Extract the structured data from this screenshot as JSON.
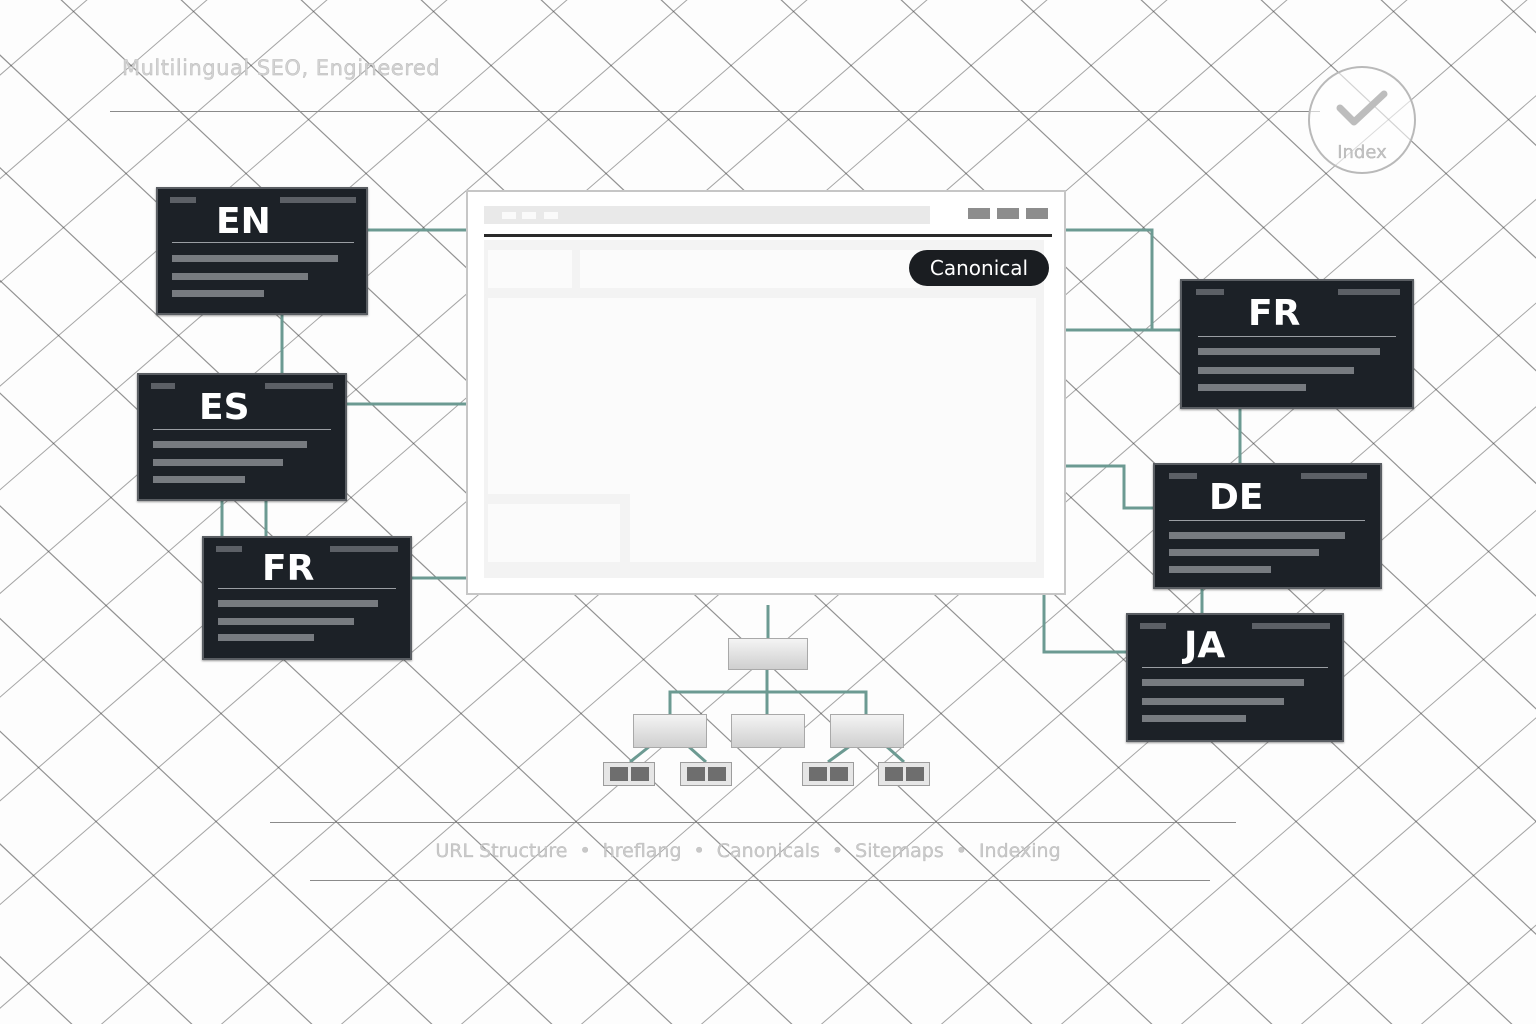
{
  "header": {
    "title": "Multilingual SEO, Engineered"
  },
  "index_badge": {
    "icon": "check-icon",
    "label": "Index"
  },
  "browser": {
    "canonical_label": "Canonical"
  },
  "languages_left": [
    {
      "code": "EN"
    },
    {
      "code": "ES"
    },
    {
      "code": "FR"
    }
  ],
  "languages_right": [
    {
      "code": "FR"
    },
    {
      "code": "DE"
    },
    {
      "code": "JA"
    }
  ],
  "footer": {
    "topics": [
      "URL Structure",
      "hreflang",
      "Canonicals",
      "Sitemaps",
      "Indexing"
    ]
  },
  "colors": {
    "card_bg": "#1c2127",
    "connector": "#6c9a92",
    "grid": "#3a3a3a"
  }
}
